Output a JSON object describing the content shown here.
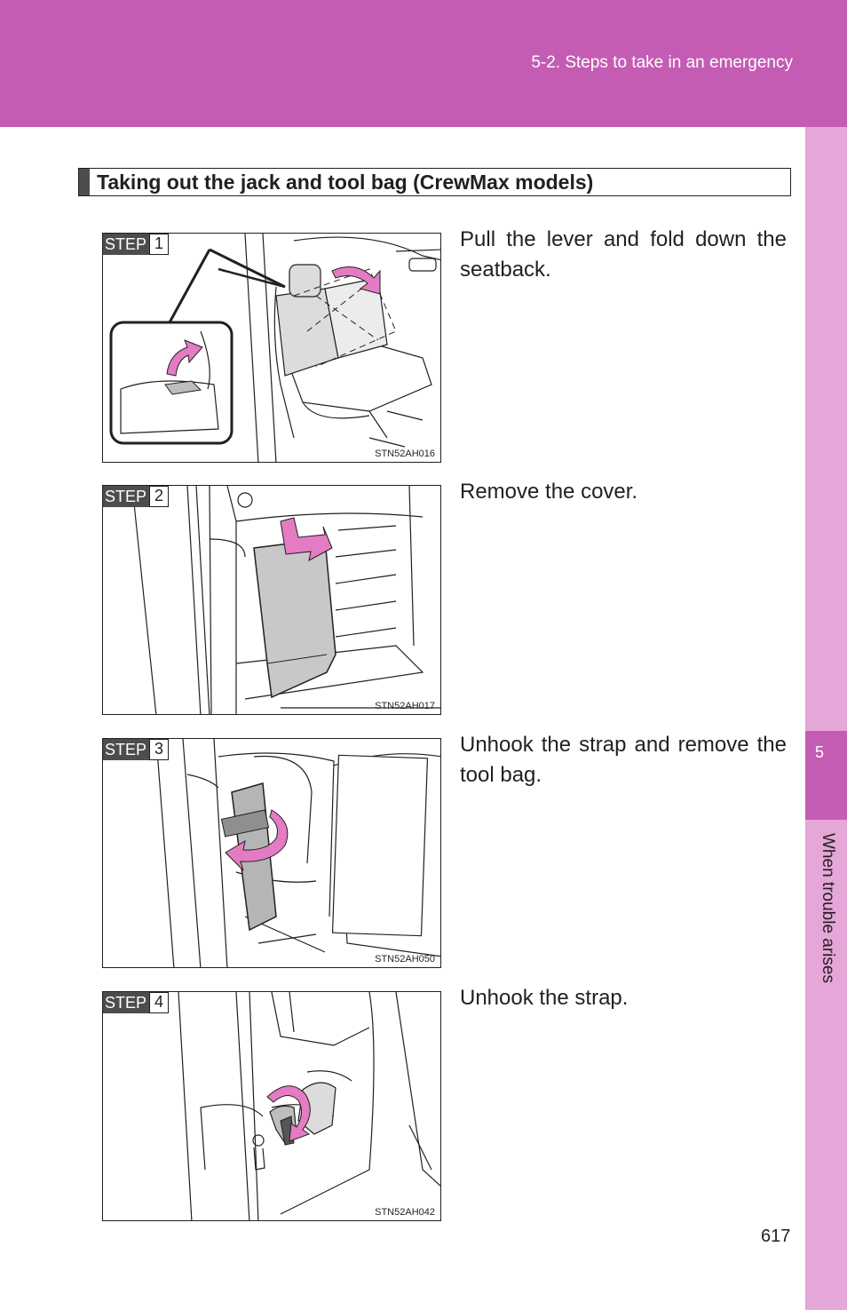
{
  "header": {
    "section": "5-2. Steps to take in an emergency"
  },
  "side_tab": {
    "chapter_number": "5",
    "chapter_title": "When trouble arises"
  },
  "title": "Taking out the jack and tool bag (CrewMax models)",
  "steps": [
    {
      "label": "STEP",
      "number": "1",
      "code": "STN52AH016",
      "text": "Pull the lever and fold down the seatback."
    },
    {
      "label": "STEP",
      "number": "2",
      "code": "STN52AH017",
      "text": "Remove the cover."
    },
    {
      "label": "STEP",
      "number": "3",
      "code": "STN52AH050",
      "text": "Unhook the strap and remove the tool bag."
    },
    {
      "label": "STEP",
      "number": "4",
      "code": "STN52AH042",
      "text": "Unhook the strap."
    }
  ],
  "page_number": "617",
  "colors": {
    "header": "#c45cb4",
    "side_tab": "#e5a6d8",
    "arrow": "#e47cc4",
    "label_bg": "#4d4d4f"
  }
}
